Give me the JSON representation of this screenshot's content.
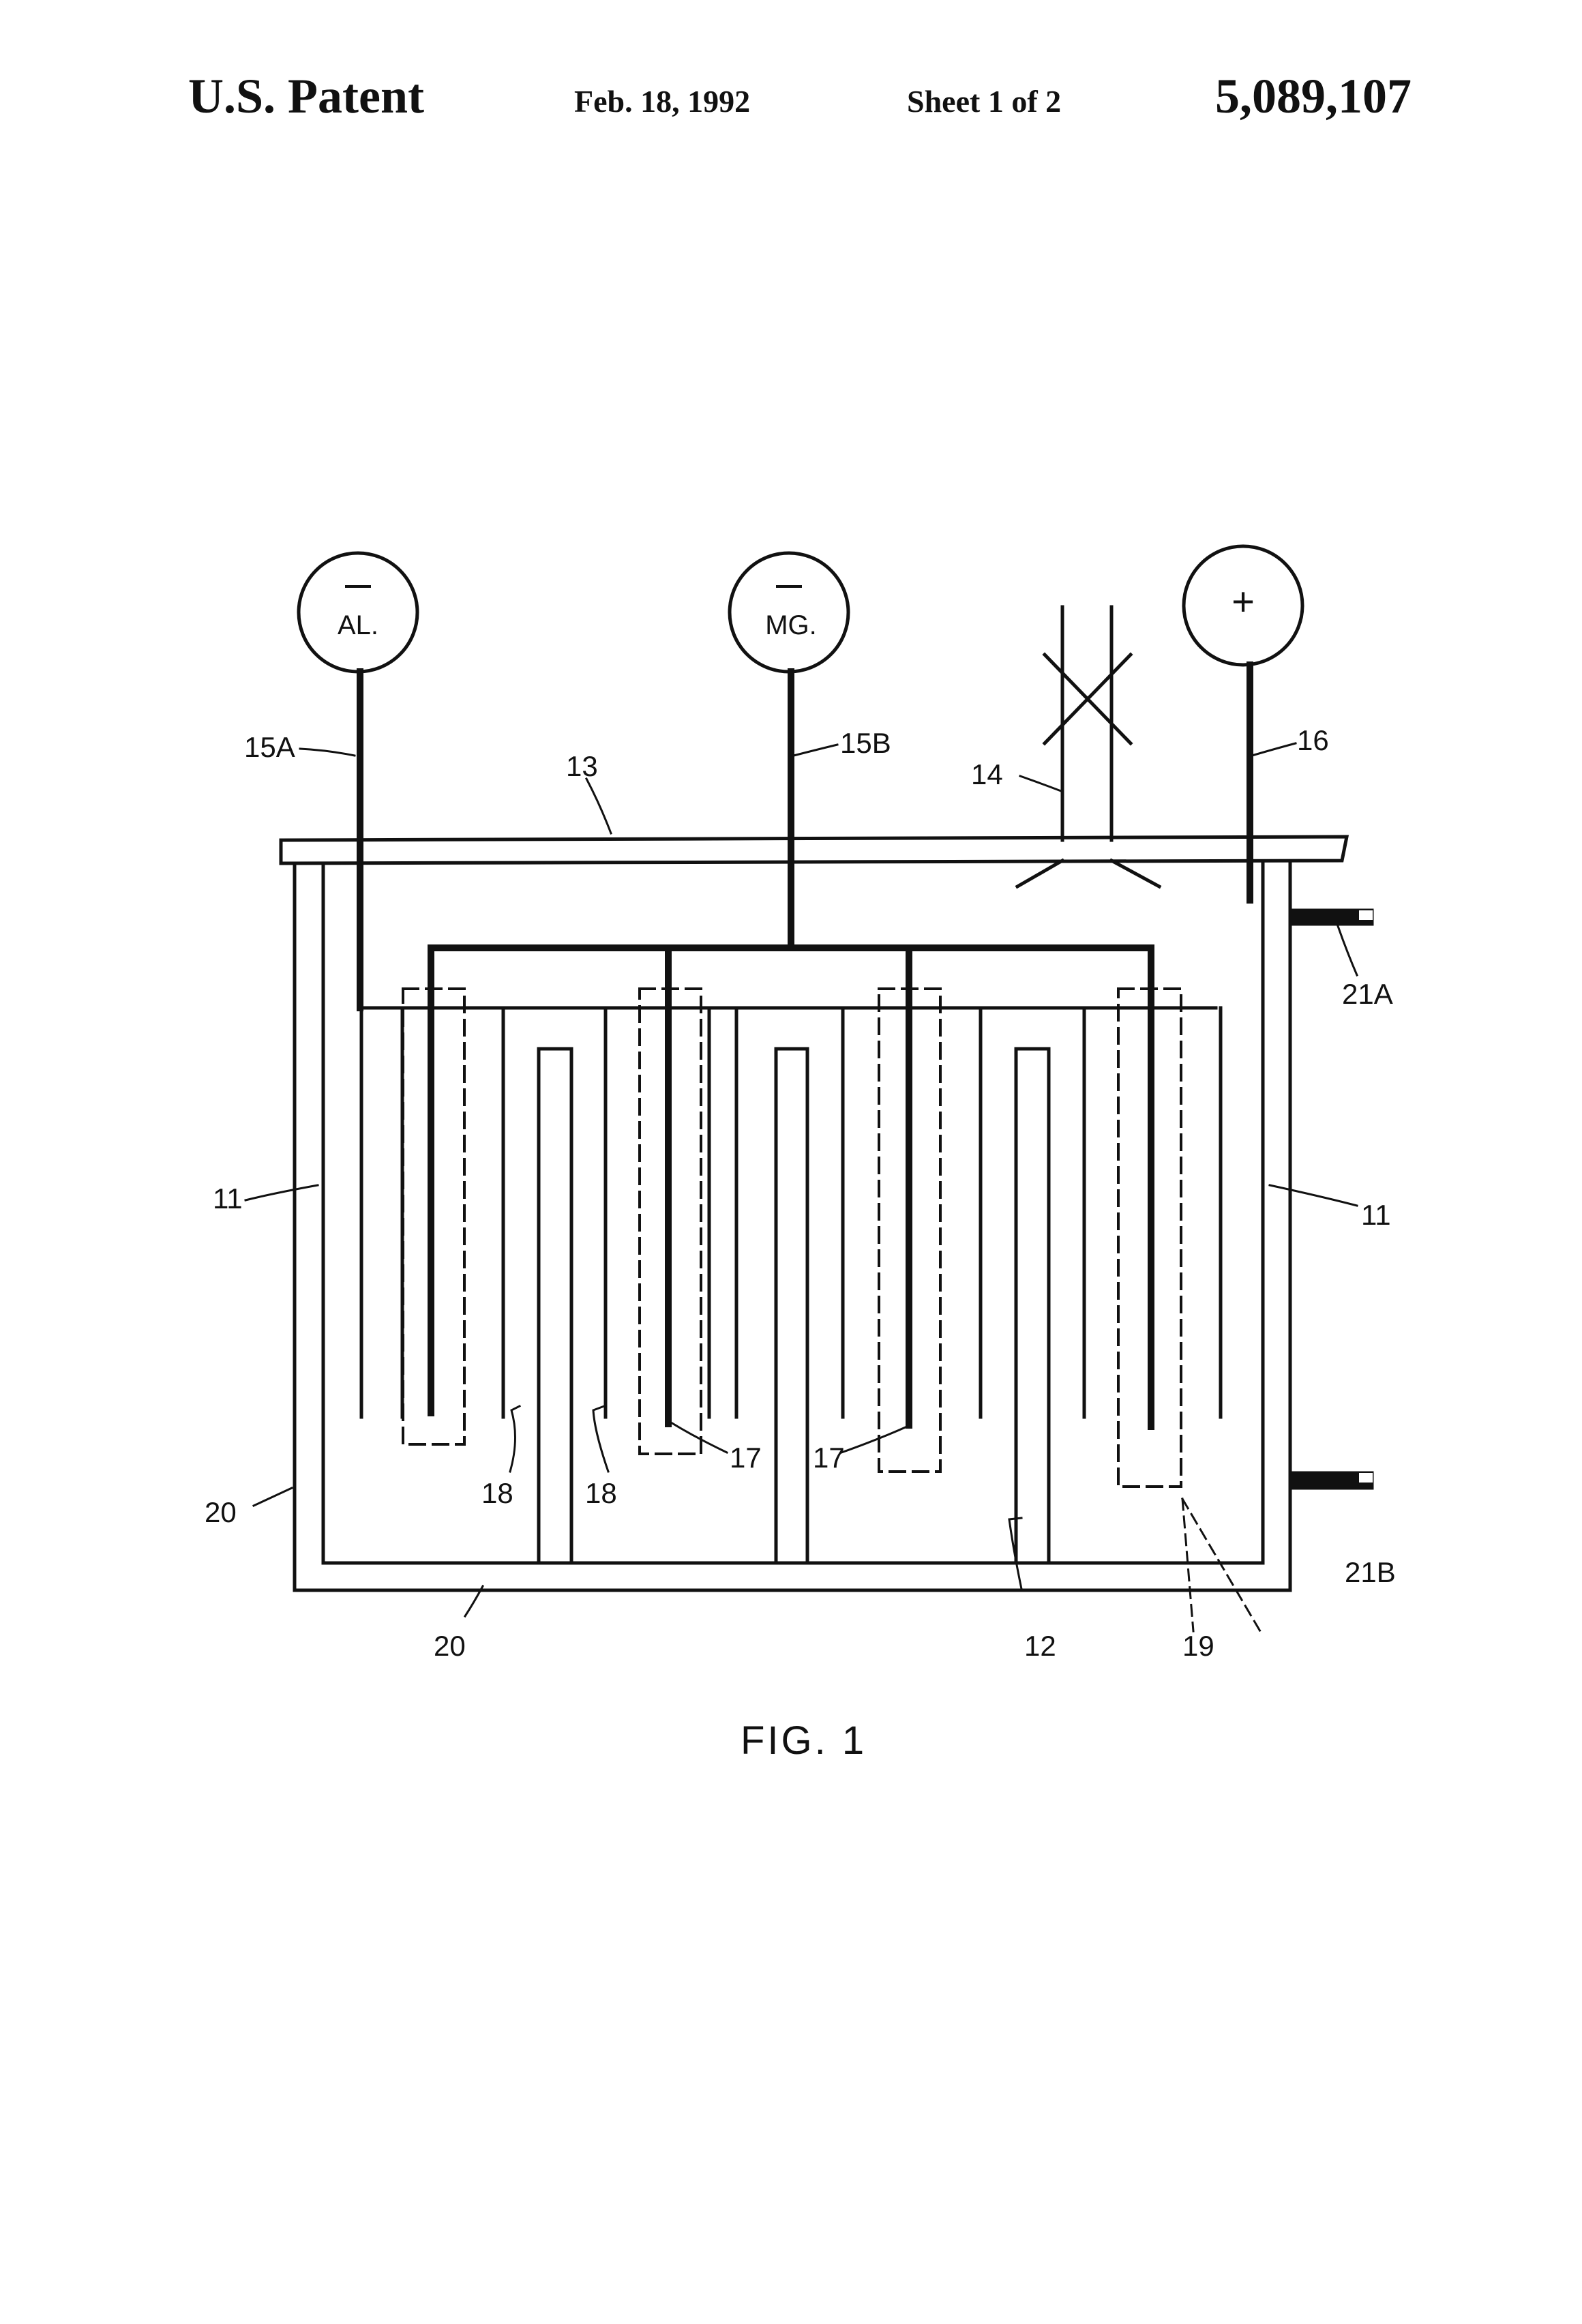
{
  "header": {
    "title": "U.S. Patent",
    "date": "Feb. 18, 1992",
    "sheet": "Sheet 1 of 2",
    "patent_number": "5,089,107"
  },
  "gauges": {
    "al": {
      "sign": "—",
      "label": "AL."
    },
    "mg": {
      "sign": "—",
      "label": "MG."
    },
    "pos": {
      "sign": "+"
    }
  },
  "labels": {
    "l15a": "15A",
    "l15b": "15B",
    "l13": "13",
    "l14": "14",
    "l16": "16",
    "l21a": "21A",
    "l21b": "21B",
    "l11_left": "11",
    "l11_right": "11",
    "l20_left": "20",
    "l20_bottom": "20",
    "l18_a": "18",
    "l18_b": "18",
    "l17_a": "17",
    "l17_b": "17",
    "l12": "12",
    "l19": "19"
  },
  "figure_caption": "FIG. 1",
  "colors": {
    "ink": "#111111",
    "paper": "#ffffff"
  }
}
